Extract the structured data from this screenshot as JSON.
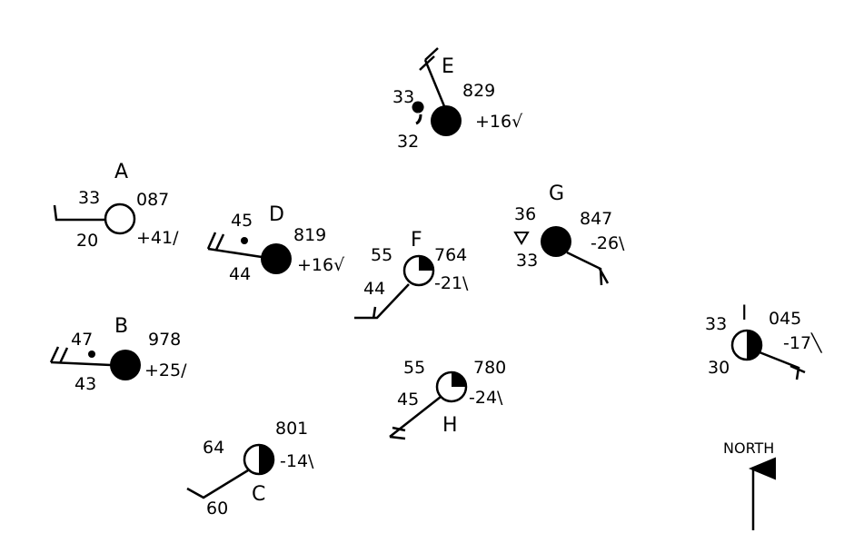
{
  "colors": {
    "ink": "#000000",
    "paper": "#ffffff"
  },
  "north_label": "NORTH",
  "stations": {
    "A": {
      "id": "A",
      "temp": "33",
      "dew": "20",
      "pressure": "087",
      "tendency": "+41/",
      "cover": "clear",
      "weather": ""
    },
    "B": {
      "id": "B",
      "temp": "47",
      "dew": "43",
      "pressure": "978",
      "tendency": "+25/",
      "cover": "overcast",
      "weather": "rain"
    },
    "C": {
      "id": "C",
      "temp": "64",
      "dew": "60",
      "pressure": "801",
      "tendency": "-14\\",
      "cover": "half",
      "weather": ""
    },
    "D": {
      "id": "D",
      "temp": "45",
      "dew": "44",
      "pressure": "819",
      "tendency": "+16√",
      "cover": "overcast",
      "weather": "rain"
    },
    "E": {
      "id": "E",
      "temp": "33",
      "dew": "32",
      "pressure": "829",
      "tendency": "+16√",
      "cover": "overcast",
      "weather": "drizzle"
    },
    "F": {
      "id": "F",
      "temp": "55",
      "dew": "44",
      "pressure": "764",
      "tendency": "-21\\",
      "cover": "quarter",
      "weather": ""
    },
    "G": {
      "id": "G",
      "temp": "36",
      "dew": "33",
      "pressure": "847",
      "tendency": "-26\\",
      "cover": "overcast",
      "weather": "shower"
    },
    "H": {
      "id": "H",
      "temp": "55",
      "dew": "45",
      "pressure": "780",
      "tendency": "-24\\",
      "cover": "quarter",
      "weather": ""
    },
    "I": {
      "id": "I",
      "temp": "33",
      "dew": "30",
      "pressure": "045",
      "tendency": "-17╲",
      "cover": "half",
      "weather": ""
    }
  }
}
